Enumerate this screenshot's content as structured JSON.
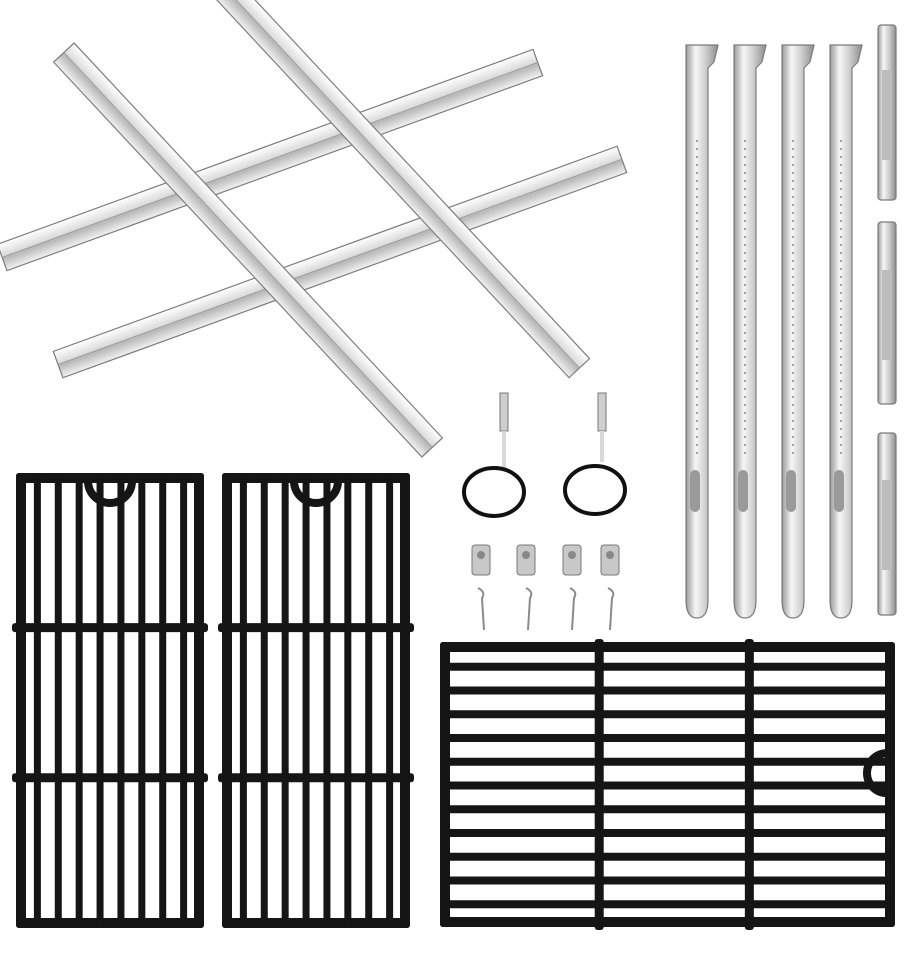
{
  "scene": {
    "background": "#ffffff",
    "steel_light": "#f4f4f4",
    "steel_mid": "#c9c9c9",
    "steel_dark": "#8a8a8a",
    "iron_color": "#151515",
    "iron_highlight": "#3a3a3a",
    "wire_color": "#111111"
  },
  "parts": {
    "heat_plates": {
      "count": 4,
      "icon": "heat-plate-icon"
    },
    "burner_tubes": {
      "count": 4,
      "icon": "burner-tube-icon"
    },
    "crossover_tubes": {
      "count": 3,
      "icon": "crossover-tube-icon"
    },
    "igniter_electrodes": {
      "count": 2,
      "icon": "igniter-electrode-icon"
    },
    "valve_fittings": {
      "count": 4,
      "icon": "valve-fitting-icon"
    },
    "cotter_pins": {
      "count": 4,
      "icon": "cotter-pin-icon"
    },
    "cooking_grates": {
      "count": 3,
      "icon": "cooking-grate-icon"
    }
  }
}
